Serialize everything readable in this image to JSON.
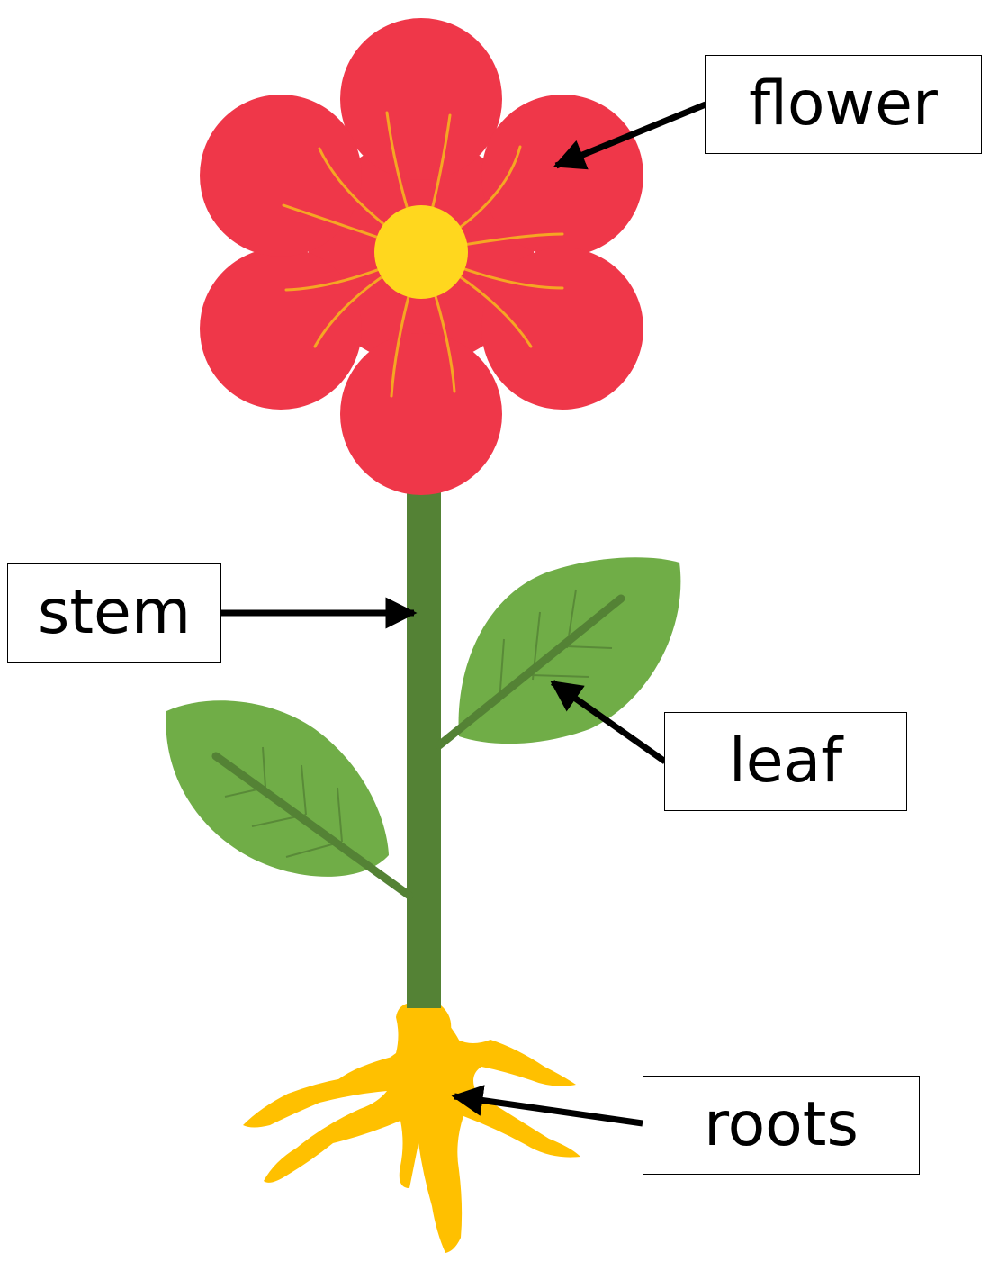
{
  "colors": {
    "petal": "#EF3749",
    "petal_vein": "#F5A623",
    "flower_center": "#FFD71E",
    "stem": "#548235",
    "leaf": "#70AD47",
    "leaf_vein": "#548235",
    "roots": "#FFC000",
    "arrow": "#000000",
    "label_border": "#000000"
  },
  "labels": {
    "flower": "flower",
    "stem": "stem",
    "leaf": "leaf",
    "roots": "roots"
  }
}
